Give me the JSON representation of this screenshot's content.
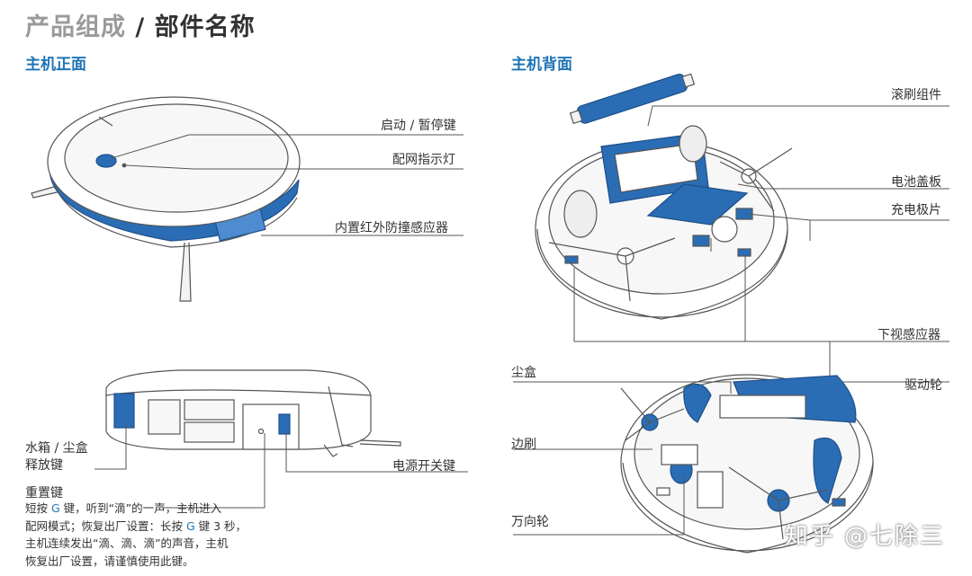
{
  "header": {
    "title_gray": "产品组成",
    "title_sep": " / ",
    "title_dark": "部件名称"
  },
  "front": {
    "title": "主机正面",
    "labels": [
      "启动 / 暂停键",
      "配网指示灯",
      "内置红外防撞感应器"
    ]
  },
  "side": {
    "tank_label_line1": "水箱 / 尘盒",
    "tank_label_line2": "释放键",
    "power_label": "电源开关键",
    "reset_title": "重置键",
    "reset_lines": [
      [
        "短按 ",
        "G",
        " 键，听到“滴”的一声，主机进入"
      ],
      [
        "配网模式；恢复出厂设置：长按 ",
        "G",
        " 键 3 秒，"
      ],
      [
        "主机连续发出“滴、滴、滴”的声音，主机",
        "",
        ""
      ],
      [
        "恢复出厂设置，请谨慎使用此键。",
        "",
        ""
      ]
    ]
  },
  "back": {
    "title": "主机背面",
    "labels": [
      "滚刷组件",
      "电池盖板",
      "充电极片",
      "下视感应器",
      "尘盒",
      "驱动轮",
      "边刷",
      "万向轮"
    ]
  },
  "watermark": "知乎 @七除三",
  "colors": {
    "accent": "#1f74b5",
    "blue_part": "#2a6db5",
    "outline": "#555555"
  }
}
